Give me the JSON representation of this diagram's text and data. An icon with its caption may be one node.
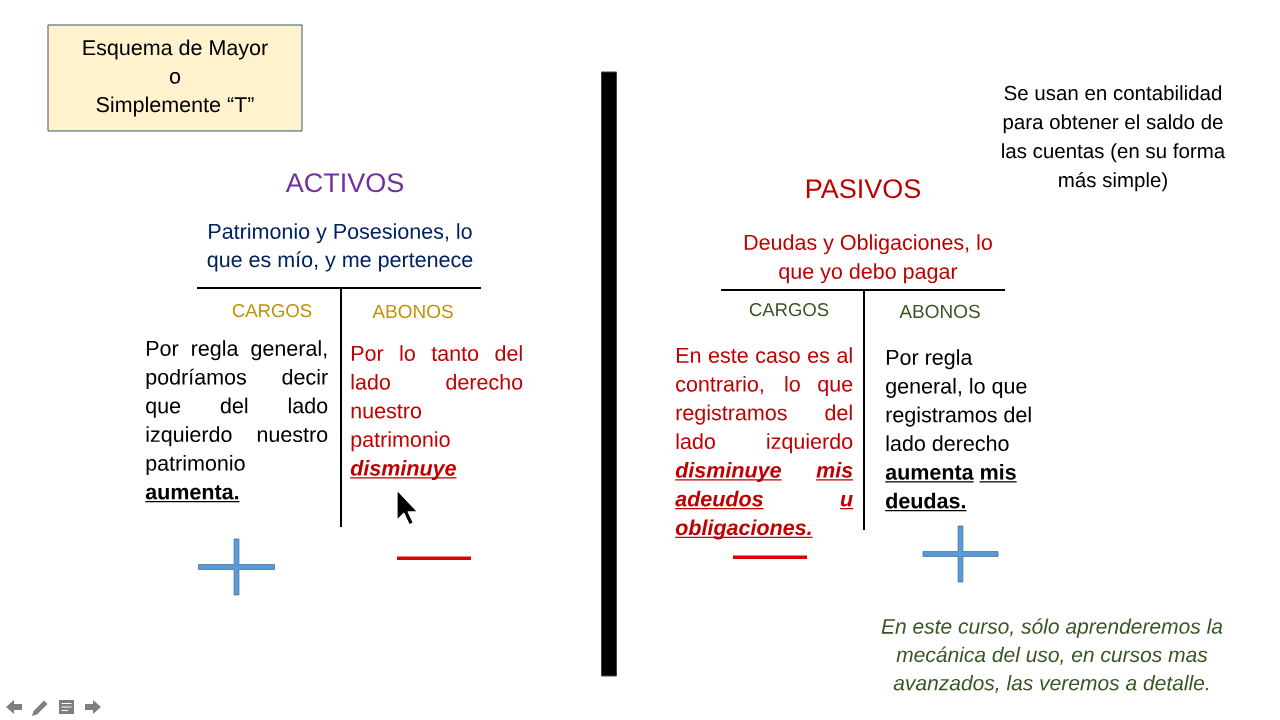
{
  "diagram": {
    "nodes": [
      {
        "text": [
          "Esquema de Mayor",
          "o",
          "Simplemente “T”"
        ]
      },
      {
        "text": [],
        "shape": "plus"
      },
      {
        "text": [],
        "shape": "minus"
      },
      {
        "text": [],
        "shape": "bar"
      },
      {
        "text": [],
        "shape": "minus"
      },
      {
        "text": [],
        "shape": "plus"
      }
    ],
    "labels": [
      "Se usan en contabilidad para obtener el saldo de las cuentas (en su forma más simple)",
      "ACTIVOS",
      "Patrimonio y Posesiones, lo que es mío, y me pertenece",
      "CARGOS",
      "ABONOS",
      "Por regla general, podríamos decir que del lado izquierdo nuestro patrimonio **aumenta.**",
      "Por lo tanto del lado derecho nuestro patrimonio **disminuye**",
      "PASIVOS",
      "Deudas y Obligaciones, lo que yo debo pagar",
      "CARGOS",
      "ABONOS",
      "En este caso es al contrario, lo que registramos del lado izquierdo **disminuye** **mis** **adeudos** **u** **obligaciones.**",
      "Por regla general, lo que registramos del lado derecho **aumenta** **mis** **deudas.**",
      "En este curso, sólo aprenderemos la mecánica del uso, en cursos mas avanzados, las veremos a detalle."
    ]
  }
}
